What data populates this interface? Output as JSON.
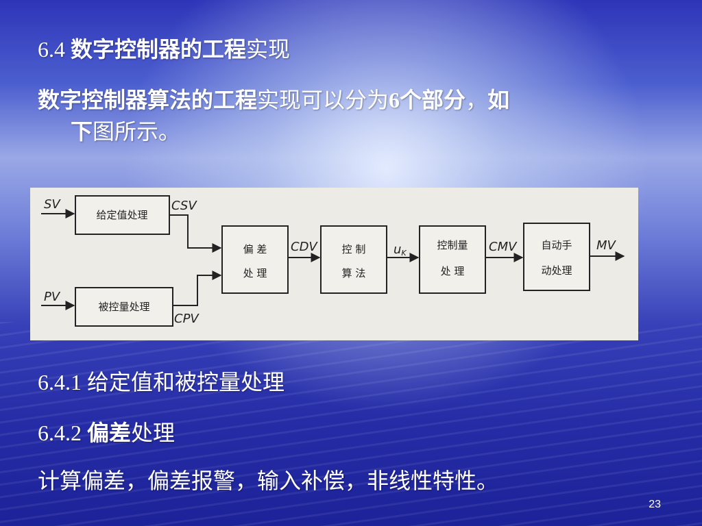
{
  "slide": {
    "title_number": "6.4 ",
    "title_bold": "数字控制器的工程",
    "title_rest": "实现",
    "intro_line1_bold": "数字控制器算法的工程",
    "intro_line1_rest": "实现可以分为",
    "intro_line1_num": "6",
    "intro_line1_bold2": "个部分",
    "intro_line1_tail": "，",
    "intro_line1_end": "如",
    "intro_line2_bold": "下",
    "intro_line2_rest": "图所示。",
    "sec1_number": "6.4.1 ",
    "sec1_text": "给定值和被控量处理",
    "sec2_number": "6.4.2 ",
    "sec2_bold": "偏差",
    "sec2_rest": "处理",
    "body3": "计算偏差，偏差报警，输入补偿，非线性特性。",
    "page_number": "23"
  },
  "diagram": {
    "signals": {
      "sv": "SV",
      "pv": "PV",
      "csv": "CSV",
      "cpv": "CPV",
      "cdv": "CDV",
      "uk_main": "u",
      "uk_sub": "K",
      "cmv": "CMV",
      "mv": "MV"
    },
    "blocks": {
      "setpoint": "给定值处理",
      "measured": "被控量处理",
      "deviation_l1": "偏  差",
      "deviation_l2": "处  理",
      "algorithm_l1": "控  制",
      "algorithm_l2": "算  法",
      "output_l1": "控制量",
      "output_l2": "处  理",
      "manual_l1": "自动手",
      "manual_l2": "动处理"
    },
    "colors": {
      "line": "#222222",
      "paper": "#ecebe6",
      "box_fill": "#f1f0ea"
    }
  }
}
